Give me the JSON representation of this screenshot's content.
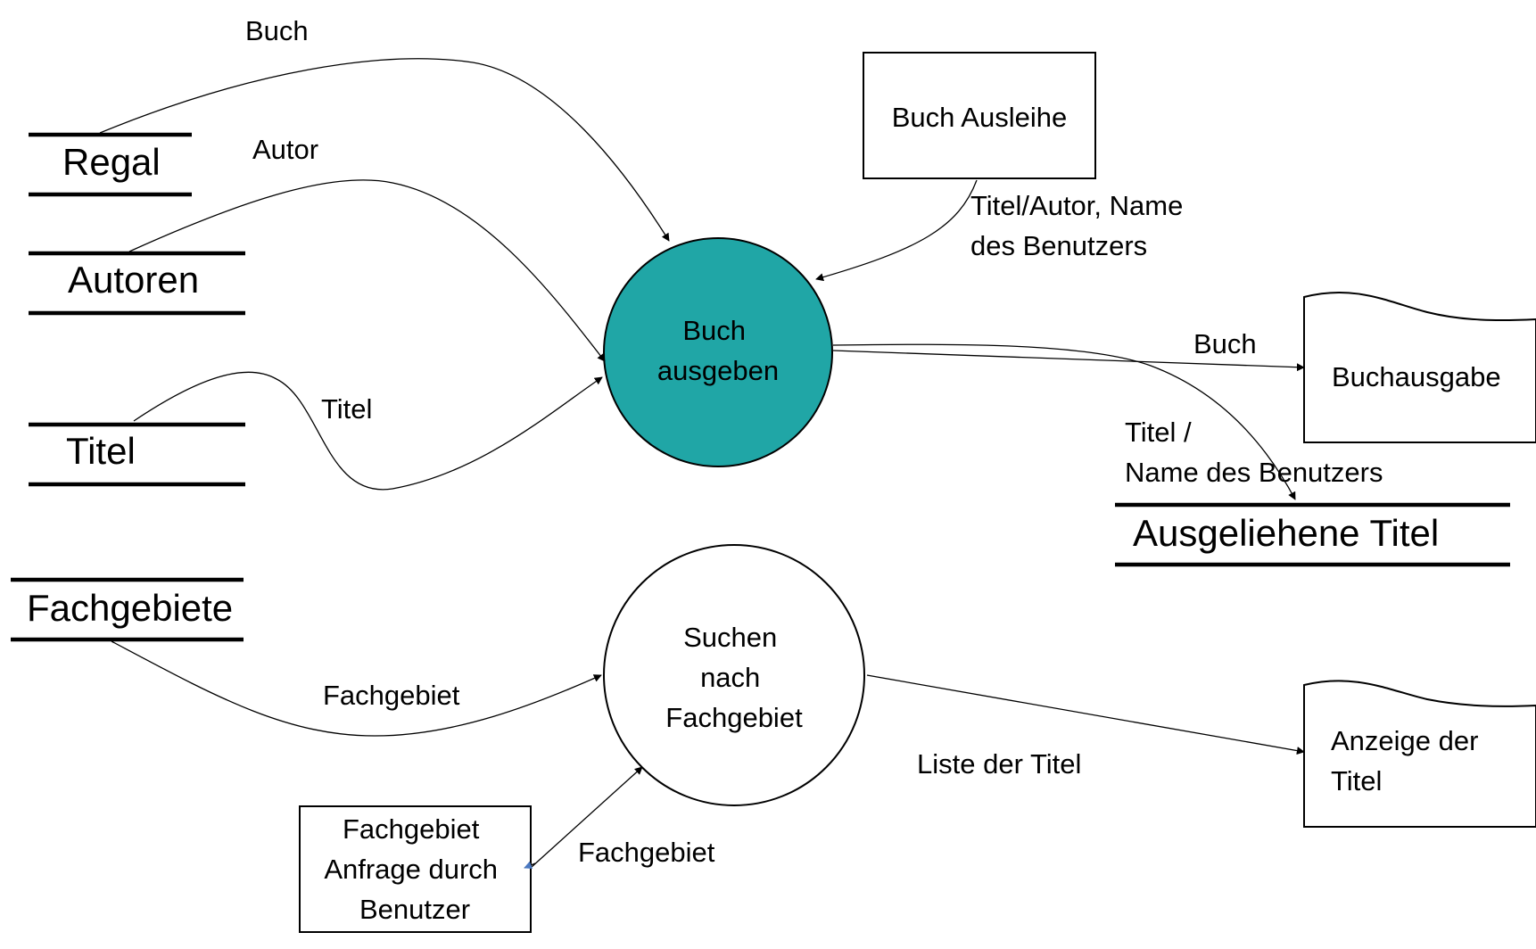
{
  "colors": {
    "process_filled": "#20a6a6",
    "line": "#000000",
    "background": "#ffffff",
    "accent_arrow": "#4a78c0"
  },
  "data_stores": {
    "regal": "Regal",
    "autoren": "Autoren",
    "titel": "Titel",
    "fachgebiete": "Fachgebiete",
    "ausgeliehene_titel": "Ausgeliehene Titel"
  },
  "processes": {
    "buch_ausgeben": [
      "Buch",
      "ausgeben"
    ],
    "suchen_fachgebiet": [
      "Suchen",
      "nach",
      "Fachgebiet"
    ]
  },
  "entities": {
    "buch_ausleihe": "Buch Ausleihe",
    "fachgebiet_anfrage": [
      "Fachgebiet",
      "Anfrage durch",
      "Benutzer"
    ]
  },
  "documents": {
    "buchausgabe": "Buchausgabe",
    "anzeige_titel": [
      "Anzeige der",
      "Titel"
    ]
  },
  "flows": {
    "buch_top": "Buch",
    "autor": "Autor",
    "titel": "Titel",
    "titel_autor_name": [
      "Titel/Autor, Name",
      "des Benutzers"
    ],
    "buch_right": "Buch",
    "titel_name": [
      "Titel /",
      "Name des Benutzers"
    ],
    "fachgebiet_left": "Fachgebiet",
    "fachgebiet_bottom": "Fachgebiet",
    "liste_titel": "Liste der Titel"
  }
}
